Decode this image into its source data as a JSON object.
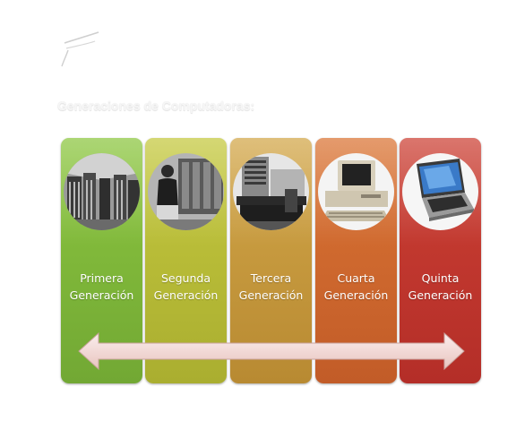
{
  "heading": "Generaciones de Computadoras:",
  "colors": {
    "card_1": "#80b83c",
    "card_2": "#b8bc38",
    "card_3": "#c89a3e",
    "card_4": "#d06a2e",
    "card_5": "#c43830",
    "arrow": "#f2d6d2"
  },
  "generations": [
    {
      "line1": "Primera",
      "line2": "Generación",
      "photo": "vacuum-tube-computer-photo"
    },
    {
      "line1": "Segunda",
      "line2": "Generación",
      "photo": "transistor-computer-photo"
    },
    {
      "line1": "Tercera",
      "line2": "Generación",
      "photo": "mainframe-console-photo"
    },
    {
      "line1": "Cuarta",
      "line2": "Generación",
      "photo": "personal-computer-photo"
    },
    {
      "line1": "Quinta",
      "line2": "Generación",
      "photo": "laptop-photo"
    }
  ]
}
